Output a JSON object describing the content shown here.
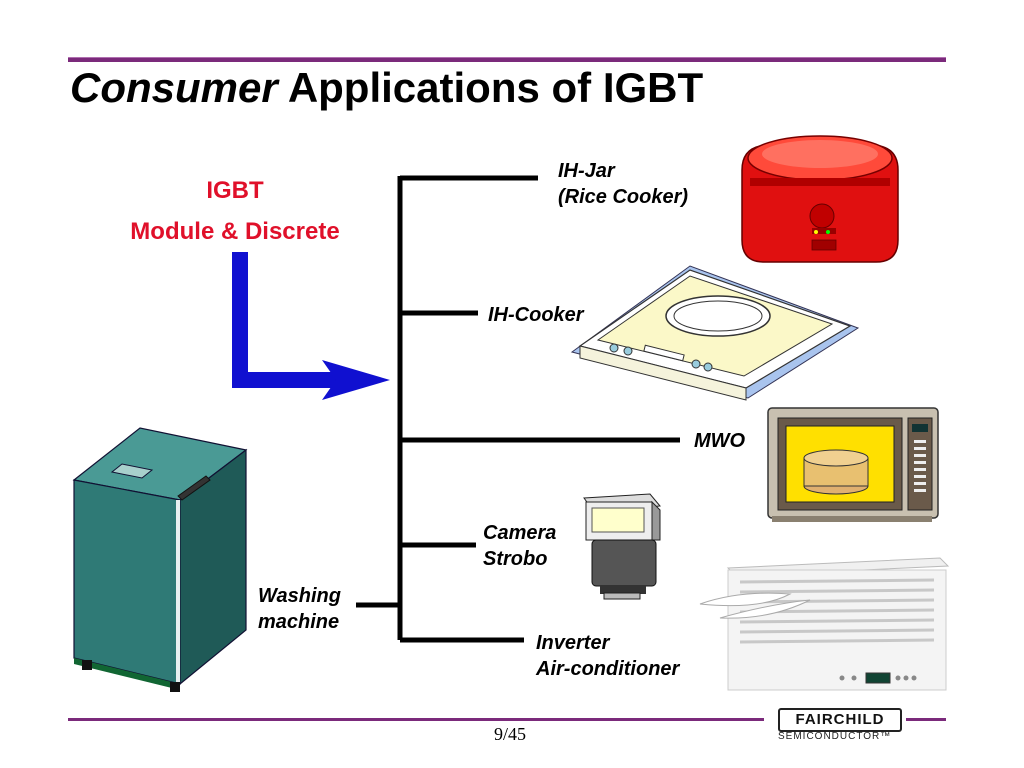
{
  "title": {
    "italic": "Consumer",
    "rest": " Applications of IGBT"
  },
  "source": {
    "line1": "IGBT",
    "line2": "Module & Discrete"
  },
  "applications": {
    "ih_jar": {
      "line1": "IH-Jar",
      "line2": "(Rice Cooker)"
    },
    "ih_cooker": "IH-Cooker",
    "mwo": "MWO",
    "camera": {
      "line1": "Camera",
      "line2": "Strobo"
    },
    "washing": {
      "line1": "Washing",
      "line2": "machine"
    },
    "aircon": {
      "line1": "Inverter",
      "line2": "Air-conditioner"
    }
  },
  "footer": {
    "page": "9/45",
    "logo_top": "FAIRCHILD",
    "logo_bottom": "SEMICONDUCTOR™"
  },
  "colors": {
    "accent": "#7b2a7b",
    "igbt_text": "#e0102a",
    "arrow": "#1010d0"
  }
}
